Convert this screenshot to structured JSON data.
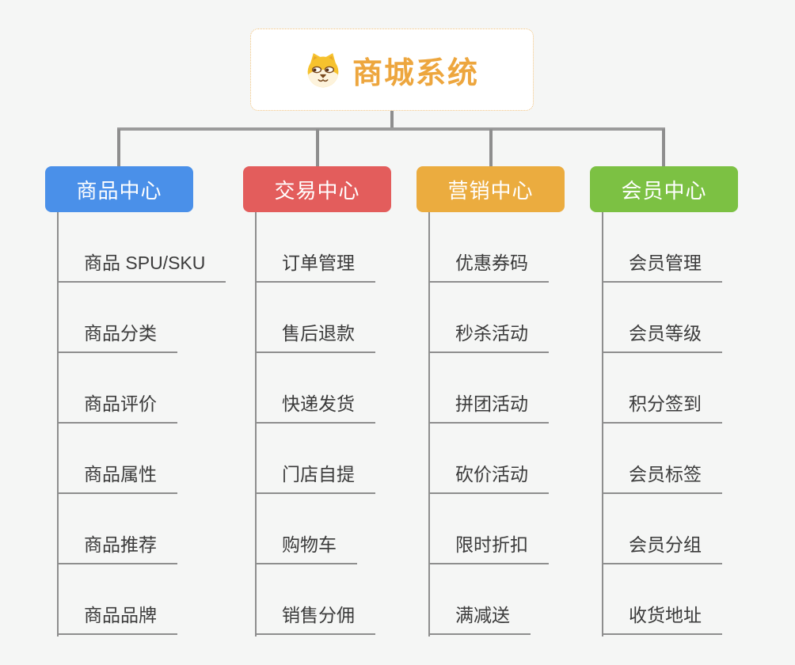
{
  "root": {
    "title": "商城系统",
    "icon": "dog-icon",
    "accent_color": "#eda63e",
    "border_color": "#f0c27e"
  },
  "connector": {
    "color": "#8e8e8e"
  },
  "branches": [
    {
      "label": "商品中心",
      "color": "#4a90e9",
      "items": [
        "商品 SPU/SKU",
        "商品分类",
        "商品评价",
        "商品属性",
        "商品推荐",
        "商品品牌"
      ]
    },
    {
      "label": "交易中心",
      "color": "#e35d5c",
      "items": [
        "订单管理",
        "售后退款",
        "快递发货",
        "门店自提",
        "购物车",
        "销售分佣"
      ]
    },
    {
      "label": "营销中心",
      "color": "#ebac3f",
      "items": [
        "优惠券码",
        "秒杀活动",
        "拼团活动",
        "砍价活动",
        "限时折扣",
        "满减送"
      ]
    },
    {
      "label": "会员中心",
      "color": "#7cc143",
      "items": [
        "会员管理",
        "会员等级",
        "积分签到",
        "会员标签",
        "会员分组",
        "收货地址"
      ]
    }
  ]
}
